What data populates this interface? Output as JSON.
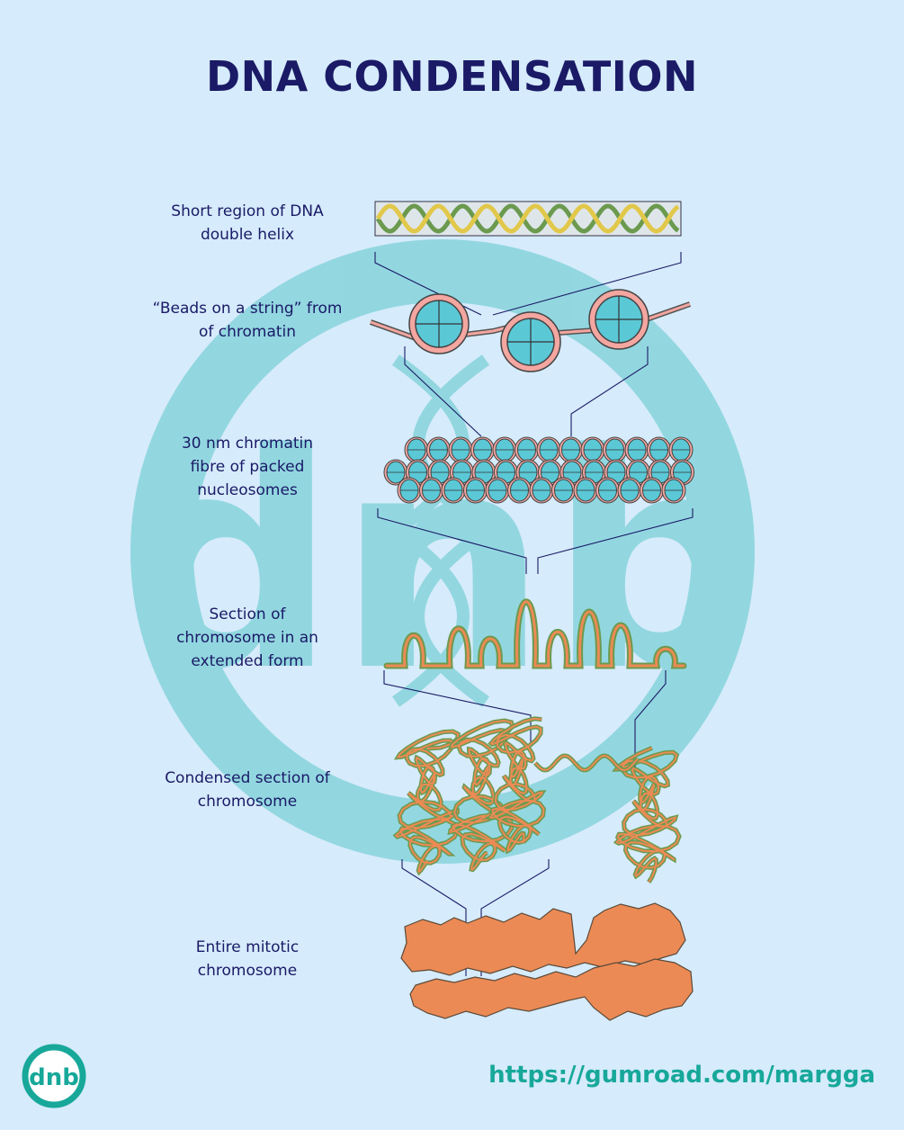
{
  "title": "DNA CONDENSATION",
  "stages": [
    {
      "label": "Short  region of DNA double helix"
    },
    {
      "label": "“Beads on a string” from of chromatin"
    },
    {
      "label": "30 nm chromatin fibre of packed nucleosomes"
    },
    {
      "label": "Section of chromosome in an extended form"
    },
    {
      "label": "Condensed section of chromosome"
    },
    {
      "label": "Entire mitotic chromosome"
    }
  ],
  "footer": {
    "url": "https://gumroad.com/margga",
    "logo_text": "dnb"
  },
  "watermark": {
    "text": "dnb"
  },
  "colors": {
    "background": "#d6ebfb",
    "title": "#1a1a66",
    "watermark": "#8fd6df",
    "chromosome": "#ec8a55",
    "nucleosome": "#5bc8d6",
    "histone_ring": "#f4a6a0",
    "strand_green": "#6b9a4f",
    "strand_yellow": "#e2c84a",
    "url": "#17a89a"
  }
}
